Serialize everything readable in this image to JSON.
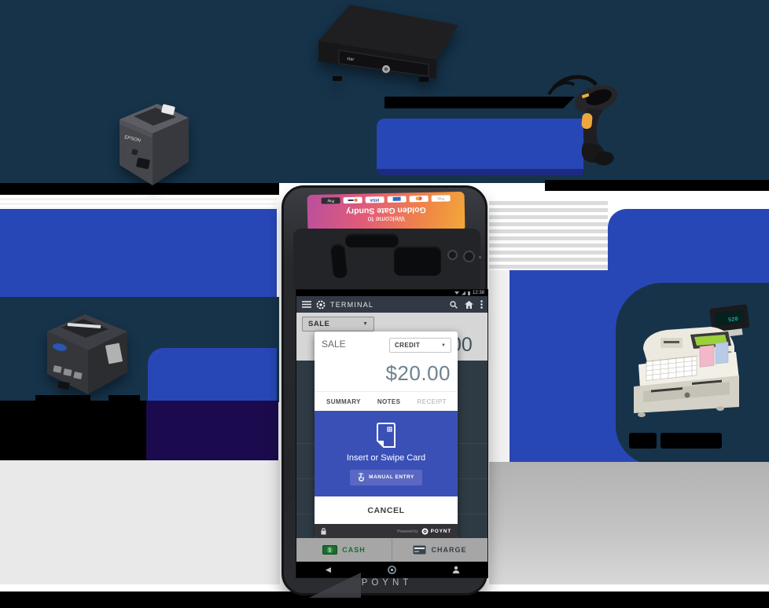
{
  "colors": {
    "navy": "#16334a",
    "royal_blue": "#2847b7",
    "blue_underline": "#1d2a80",
    "indigo_block": "#1b0b4e",
    "label_bar": "#000000",
    "left_gray_panel": "#e9e9e9",
    "right_gray_panel": "#bdbdbd",
    "bottom_bar": "#000000",
    "dialog_blue": "#3a50b6",
    "manual_button": "#5a68c3",
    "cash_green": "#1d6b2e",
    "charge_slate": "#333e46",
    "screen_gradient_left": "#b94f9e",
    "screen_gradient_right": "#f2a838"
  },
  "icons": {
    "caret_down": "▼",
    "back_triangle": "◀"
  },
  "terminal": {
    "customer_display": {
      "line1": "Welcome to",
      "line2": "Golden Gate Sundry",
      "card_network": "VISA"
    },
    "status_bar": {
      "time": "12:38"
    },
    "app_bar": {
      "title": "TERMINAL"
    },
    "sale_dropdown": "SALE",
    "background_amount_fragment": "00",
    "dialog": {
      "title": "SALE",
      "payment_method": "CREDIT",
      "amount": "$20.00",
      "tabs": [
        "SUMMARY",
        "NOTES",
        "RECEIPT"
      ],
      "instruction": "Insert or Swipe Card",
      "manual_entry": "MANUAL ENTRY",
      "cancel": "CANCEL",
      "powered_by": "Powered by",
      "powered_brand": "POYNT"
    },
    "action_bar": {
      "cash": "CASH",
      "charge": "CHARGE"
    },
    "bezel_brand": "POYNT"
  },
  "cash_register": {
    "display_digits": "520"
  }
}
